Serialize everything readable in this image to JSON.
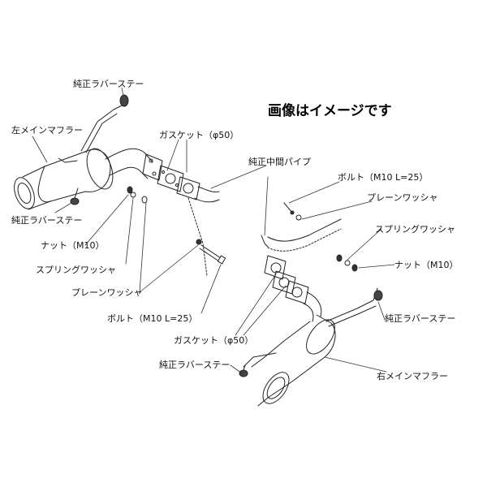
{
  "note": "画像はイメージです",
  "labels": {
    "rubber_stay_top_left": "純正ラバーステー",
    "left_main_muffler": "左メインマフラー",
    "rubber_stay_left_lower": "純正ラバーステー",
    "gasket_upper": "ガスケット（φ50）",
    "genuine_center_pipe": "純正中間パイプ",
    "bolt_right": "ボルト（M10 L=25）",
    "plain_washer_right": "プレーンワッシャ",
    "spring_washer_right": "スプリングワッシャ",
    "nut_right": "ナット（M10）",
    "rubber_stay_right": "純正ラバーステー",
    "nut_left": "ナット（M10）",
    "spring_washer_left": "スプリングワッシャ",
    "plain_washer_left": "プレーンワッシャ",
    "bolt_left": "ボルト（M10 L=25）",
    "gasket_lower": "ガスケット（φ50）",
    "rubber_stay_bottom": "純正ラバーステー",
    "right_main_muffler": "右メインマフラー"
  }
}
